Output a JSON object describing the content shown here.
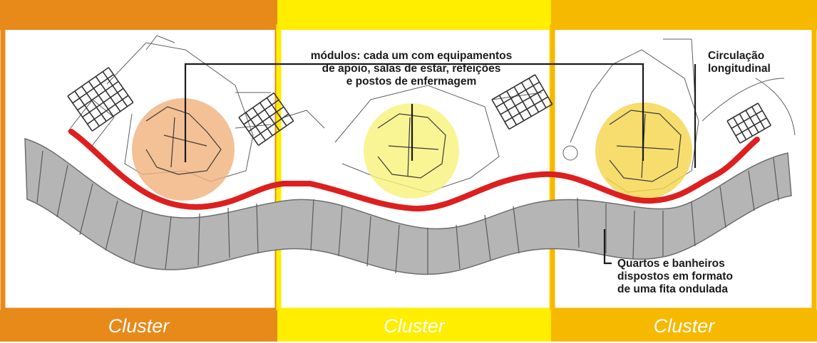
{
  "clusters": [
    {
      "label": "Cluster",
      "color": "#e88a1a"
    },
    {
      "label": "Cluster",
      "color": "#ffee00"
    },
    {
      "label": "Cluster",
      "color": "#f7b800"
    }
  ],
  "annotations": {
    "modulos": [
      "módulos: cada um com equipamentos",
      "de apoio, salas de estar, refeições",
      "e postos de enfermagem"
    ],
    "circulacao": [
      "Circulação",
      "longitudinal"
    ],
    "quartos": [
      "Quartos e banheiros",
      "dispostos em formato",
      "de uma fita ondulada"
    ]
  },
  "colors": {
    "circulation_path": "#dd1f1f",
    "room_ribbon": "#b5b5b5",
    "module_circle_1": "#f0b27a",
    "module_circle_2": "#f7f27a",
    "module_circle_3": "#f5d54a",
    "leader_line": "#1a1a1a"
  }
}
